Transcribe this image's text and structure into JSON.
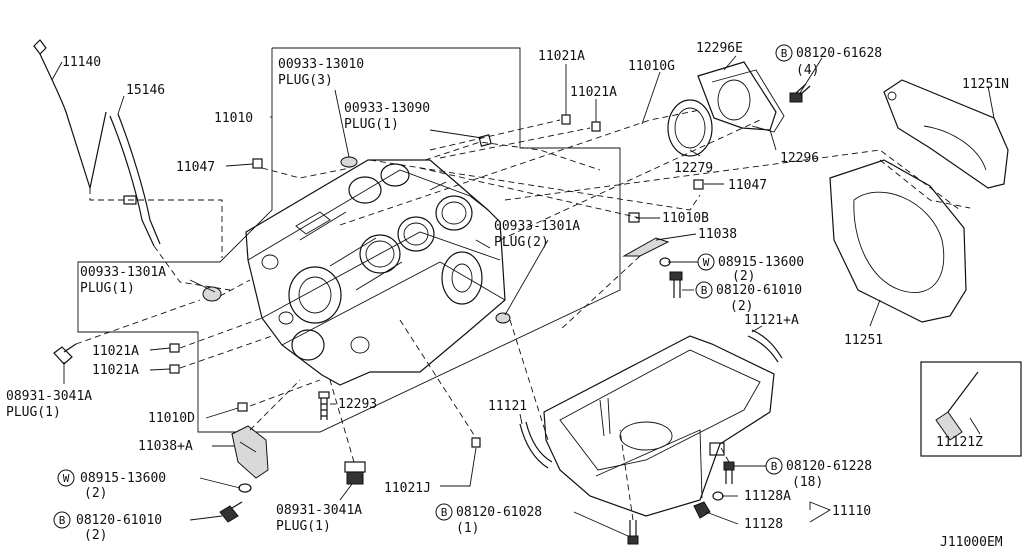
{
  "diagram": {
    "code": "J11000EM",
    "labels": [
      {
        "id": "l11140",
        "text": "11140"
      },
      {
        "id": "l15146",
        "text": "15146"
      },
      {
        "id": "l11010",
        "text": "11010"
      },
      {
        "id": "l11047a",
        "text": "11047"
      },
      {
        "id": "lplug3_num",
        "text": "00933-13010"
      },
      {
        "id": "lplug3_txt",
        "text": "PLUG(3)"
      },
      {
        "id": "lplug1b_num",
        "text": "00933-13090"
      },
      {
        "id": "lplug1b_txt",
        "text": "PLUG(1)"
      },
      {
        "id": "l11021a_1",
        "text": "11021A"
      },
      {
        "id": "l11021a_2",
        "text": "11021A"
      },
      {
        "id": "l11010g",
        "text": "11010G"
      },
      {
        "id": "l12296e",
        "text": "12296E"
      },
      {
        "id": "lb61628",
        "text": "08120-61628"
      },
      {
        "id": "lb61628_q",
        "text": "(4)"
      },
      {
        "id": "l11251n",
        "text": "11251N"
      },
      {
        "id": "l12279",
        "text": "12279"
      },
      {
        "id": "l12296",
        "text": "12296"
      },
      {
        "id": "l11047b",
        "text": "11047"
      },
      {
        "id": "lplug2_num",
        "text": "00933-1301A"
      },
      {
        "id": "lplug2_txt",
        "text": "PLUG(2)"
      },
      {
        "id": "l11010b",
        "text": "11010B"
      },
      {
        "id": "l11038",
        "text": "11038"
      },
      {
        "id": "lw13600a",
        "text": "08915-13600"
      },
      {
        "id": "lw13600a_q",
        "text": "(2)"
      },
      {
        "id": "lb61010a",
        "text": "08120-61010"
      },
      {
        "id": "lb61010a_q",
        "text": "(2)"
      },
      {
        "id": "lplug1a_num",
        "text": "00933-1301A"
      },
      {
        "id": "lplug1a_txt",
        "text": "PLUG(1)"
      },
      {
        "id": "l11021a_3",
        "text": "11021A"
      },
      {
        "id": "l11021a_4",
        "text": "11021A"
      },
      {
        "id": "lplug3041a_num",
        "text": "08931-3041A"
      },
      {
        "id": "lplug3041a_txt",
        "text": "PLUG(1)"
      },
      {
        "id": "l11010d",
        "text": "11010D"
      },
      {
        "id": "l12293",
        "text": "12293"
      },
      {
        "id": "l11038a",
        "text": "11038+A"
      },
      {
        "id": "lw13600b",
        "text": "08915-13600"
      },
      {
        "id": "lw13600b_q",
        "text": "(2)"
      },
      {
        "id": "lb61010b",
        "text": "08120-61010"
      },
      {
        "id": "lb61010b_q",
        "text": "(2)"
      },
      {
        "id": "lplug3041b_num",
        "text": "08931-3041A"
      },
      {
        "id": "lplug3041b_txt",
        "text": "PLUG(1)"
      },
      {
        "id": "l11021j",
        "text": "11021J"
      },
      {
        "id": "lb61028",
        "text": "08120-61028"
      },
      {
        "id": "lb61028_q",
        "text": "(1)"
      },
      {
        "id": "l11121",
        "text": "11121"
      },
      {
        "id": "l11121a",
        "text": "11121+A"
      },
      {
        "id": "lb61228",
        "text": "08120-61228"
      },
      {
        "id": "lb61228_q",
        "text": "(18)"
      },
      {
        "id": "l11128a",
        "text": "11128A"
      },
      {
        "id": "l11128",
        "text": "11128"
      },
      {
        "id": "l11110",
        "text": "11110"
      },
      {
        "id": "l11251",
        "text": "11251"
      },
      {
        "id": "l11121z",
        "text": "11121Z"
      }
    ],
    "badges": {
      "bolt": "B",
      "washer": "W"
    }
  }
}
